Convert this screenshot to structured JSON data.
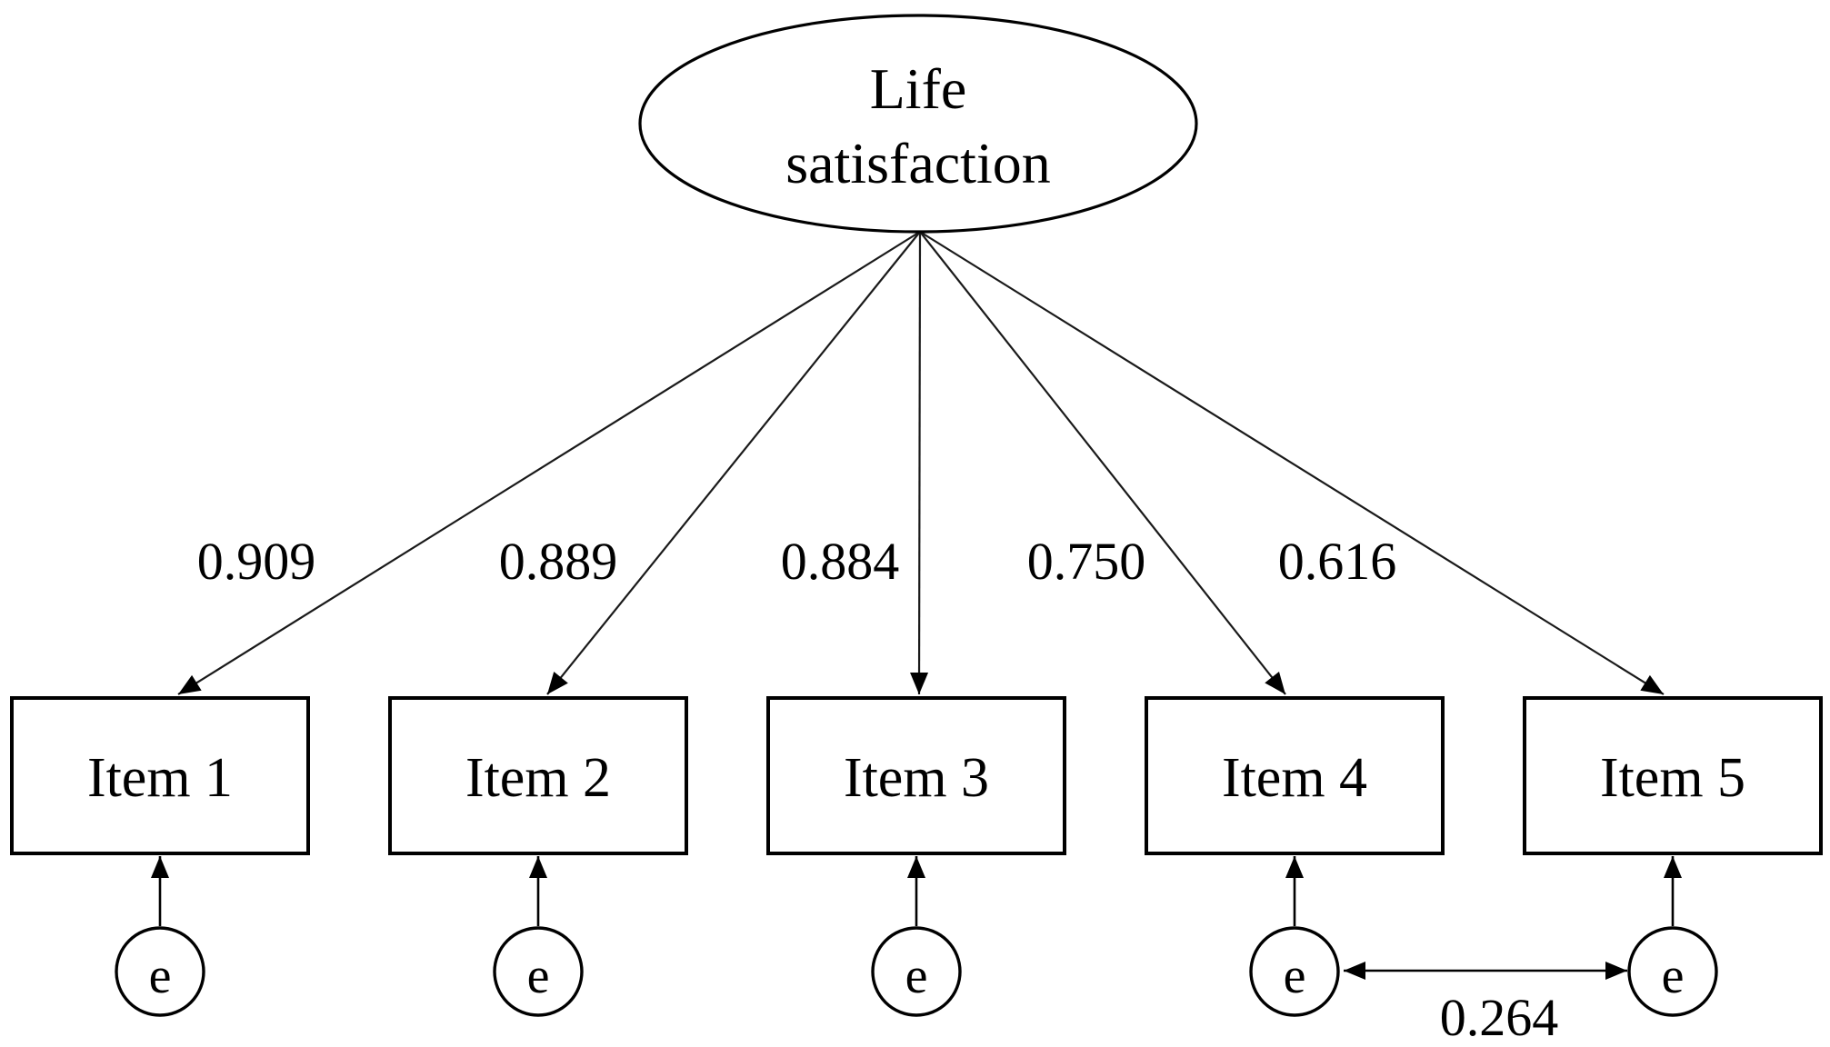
{
  "figure": {
    "kind": "confirmatory-factor-analysis-path-diagram",
    "background_color": "#ffffff",
    "stroke_color": "#000000",
    "latent": {
      "name": "Life satisfaction",
      "label_line1": "Life",
      "label_line2": "satisfaction"
    },
    "items": [
      {
        "label": "Item 1",
        "loading": "0.909",
        "error_label": "e"
      },
      {
        "label": "Item 2",
        "loading": "0.889",
        "error_label": "e"
      },
      {
        "label": "Item 3",
        "loading": "0.884",
        "error_label": "e"
      },
      {
        "label": "Item 4",
        "loading": "0.750",
        "error_label": "e"
      },
      {
        "label": "Item 5",
        "loading": "0.616",
        "error_label": "e"
      }
    ],
    "error_covariance": {
      "between": [
        "Item 4",
        "Item 5"
      ],
      "value": "0.264"
    }
  }
}
